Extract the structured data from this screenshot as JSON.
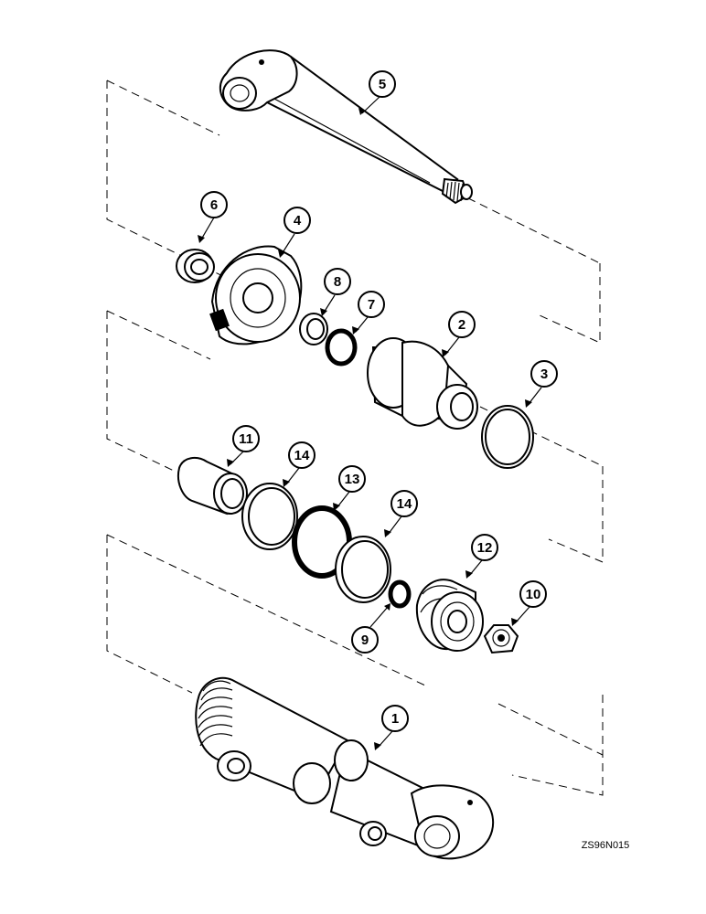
{
  "drawing_code": "ZS96N015",
  "callouts": [
    {
      "id": "1",
      "label": "1"
    },
    {
      "id": "2",
      "label": "2"
    },
    {
      "id": "3",
      "label": "3"
    },
    {
      "id": "4",
      "label": "4"
    },
    {
      "id": "5",
      "label": "5"
    },
    {
      "id": "6",
      "label": "6"
    },
    {
      "id": "7",
      "label": "7"
    },
    {
      "id": "8",
      "label": "8"
    },
    {
      "id": "9",
      "label": "9"
    },
    {
      "id": "10",
      "label": "10"
    },
    {
      "id": "11",
      "label": "11"
    },
    {
      "id": "12",
      "label": "12"
    },
    {
      "id": "13",
      "label": "13"
    },
    {
      "id": "14a",
      "label": "14"
    },
    {
      "id": "14b",
      "label": "14"
    }
  ]
}
